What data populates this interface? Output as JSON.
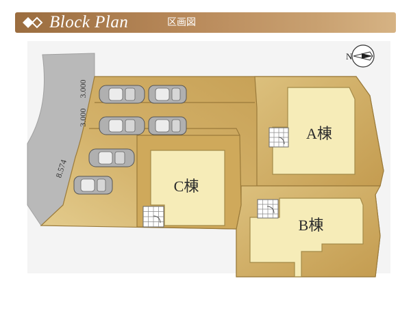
{
  "header": {
    "title": "Block Plan",
    "subtitle": "区画図"
  },
  "compass": {
    "label": "N"
  },
  "road": {
    "width_labels": [
      "3.000",
      "3.000"
    ],
    "frontage_label": "8.574"
  },
  "buildings": {
    "a": "A棟",
    "b": "B棟",
    "c": "C棟"
  },
  "colors": {
    "header": "#a87a4b",
    "lot_gold": "#c9a55a",
    "lot_light": "#e6cf8e",
    "building": "#f6ecb8",
    "road": "#b9b9b9",
    "car": "#9a9a9a"
  }
}
